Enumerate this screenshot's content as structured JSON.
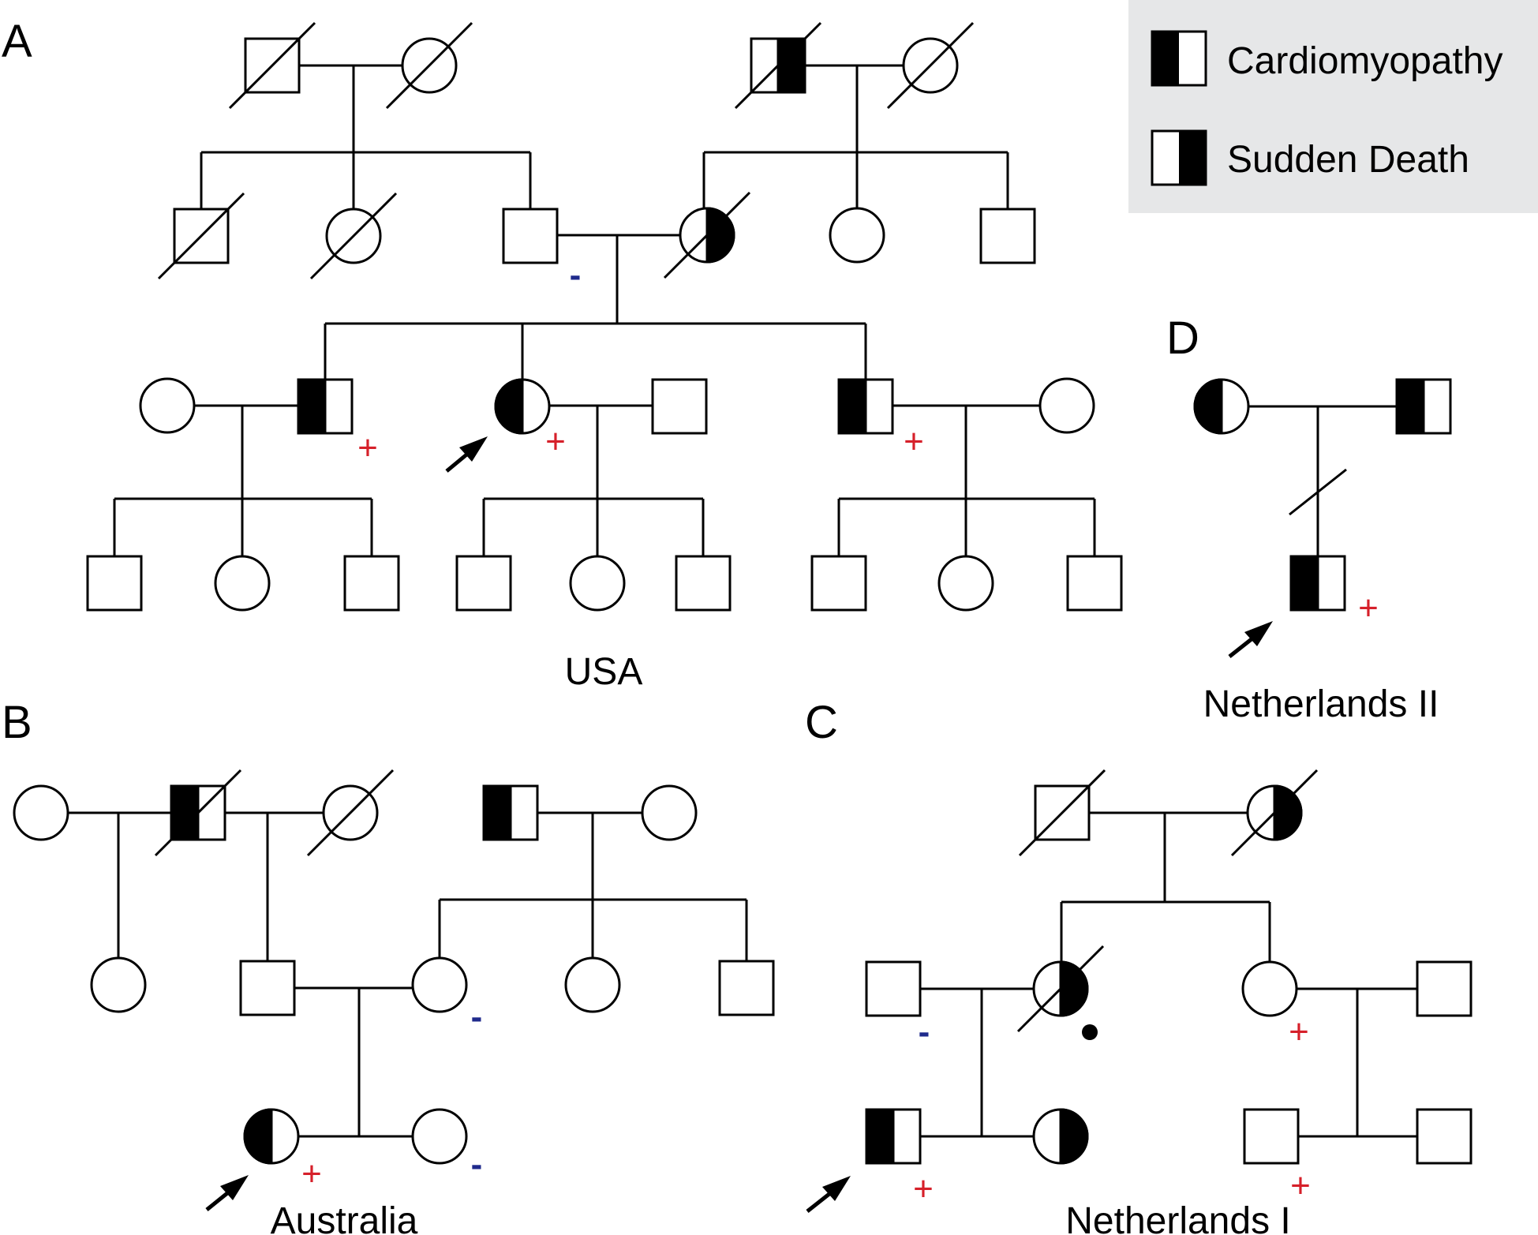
{
  "panels": {
    "A": {
      "letter": "A",
      "country": "USA"
    },
    "B": {
      "letter": "B",
      "country": "Australia"
    },
    "C": {
      "letter": "C",
      "country": "Netherlands I"
    },
    "D": {
      "letter": "D",
      "country": "Netherlands II"
    }
  },
  "legend": {
    "cardiomyopathy": "Cardiomyopathy",
    "sudden_death": "Sudden Death"
  },
  "markers": {
    "carrier_positive": "+",
    "carrier_negative": "-"
  },
  "colors": {
    "positive": "#d6202a",
    "negative": "#1f2a8c",
    "affected_fill": "#000000",
    "legend_background": "#e6e7e8"
  }
}
